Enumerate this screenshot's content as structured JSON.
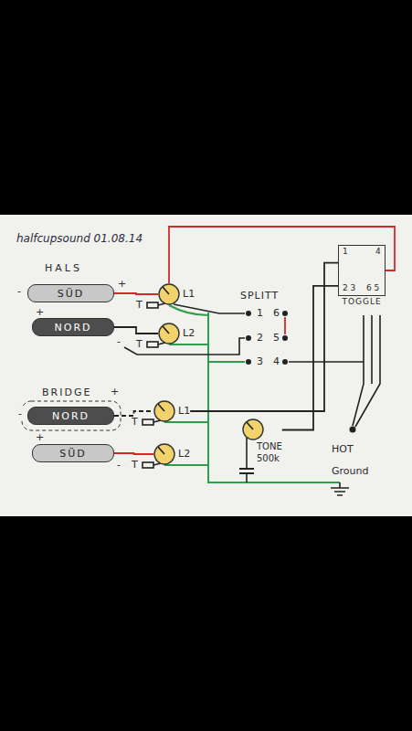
{
  "diagram": {
    "title": "halfcupsound 01.08.14",
    "nodes": [
      {
        "text": [
          "SÜD"
        ]
      },
      {
        "text": [
          "NORD"
        ]
      },
      {
        "text": [
          "NORD"
        ]
      },
      {
        "text": [
          "SÜD"
        ]
      },
      {
        "text": [
          "L1"
        ]
      },
      {
        "text": [
          "L2"
        ]
      },
      {
        "text": [
          "L1"
        ]
      },
      {
        "text": [
          "L2"
        ]
      },
      {
        "text": [
          "1",
          "4",
          "2 3",
          "6 5",
          "TOGGLE"
        ]
      },
      {
        "text": [
          "TONE",
          "500k"
        ]
      }
    ],
    "edges": [
      {
        "from": 0,
        "to": 4,
        "arrow": "none"
      },
      {
        "from": 1,
        "to": 5,
        "arrow": "none"
      },
      {
        "from": 2,
        "to": 6,
        "arrow": "none"
      },
      {
        "from": 3,
        "to": 7,
        "arrow": "none"
      },
      {
        "from": 4,
        "to": 8,
        "arrow": "none"
      },
      {
        "from": 6,
        "to": 8,
        "arrow": "none"
      },
      {
        "from": 8,
        "to": 9,
        "arrow": "none"
      }
    ],
    "labels": [
      "HALS",
      "-",
      "+",
      "+",
      "-",
      "BRIDGE",
      "+",
      "-",
      "+",
      "-",
      "T",
      "T",
      "T",
      "T",
      "SPLITT",
      "1",
      "6",
      "2",
      "5",
      "3",
      "4",
      "HOT",
      "Ground"
    ]
  }
}
